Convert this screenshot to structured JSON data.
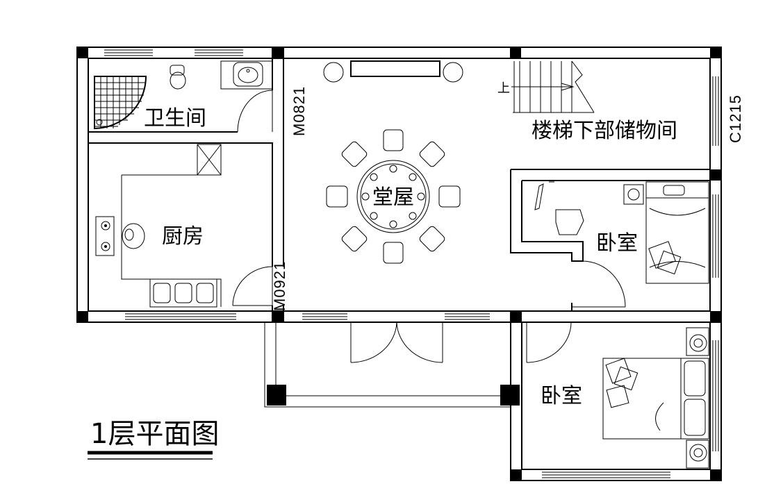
{
  "title": "1层平面图",
  "rooms": {
    "bathroom": "卫生间",
    "kitchen": "厨房",
    "hall": "堂屋",
    "storage": "楼梯下部储物间",
    "bedroom_a": "卧室",
    "bedroom_b": "卧室"
  },
  "codes": {
    "door_bath": "M0821",
    "door_kitchen": "M0921",
    "window_east": "C1215"
  },
  "stair_up_mark": "上"
}
